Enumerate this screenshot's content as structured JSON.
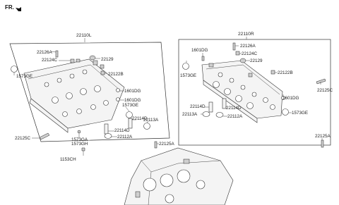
{
  "header": {
    "direction_label": "FR."
  },
  "left_assembly": {
    "title": "22110L",
    "callouts": [
      "22126A",
      "22124C",
      "22129",
      "22122B",
      "1573GE",
      "1601DG",
      "1601DG",
      "1573GE",
      "22114D",
      "22113A",
      "22114D",
      "22112A",
      "22125A",
      "22125C",
      "1573GA",
      "1573GH",
      "1153CH"
    ]
  },
  "right_assembly": {
    "title": "22110R",
    "callouts": [
      "22126A",
      "22124C",
      "1601DG",
      "22129",
      "22122B",
      "1573GE",
      "22125C",
      "1601DG",
      "22114D",
      "22114D",
      "22113A",
      "22112A",
      "1573GE",
      "22125A"
    ]
  }
}
